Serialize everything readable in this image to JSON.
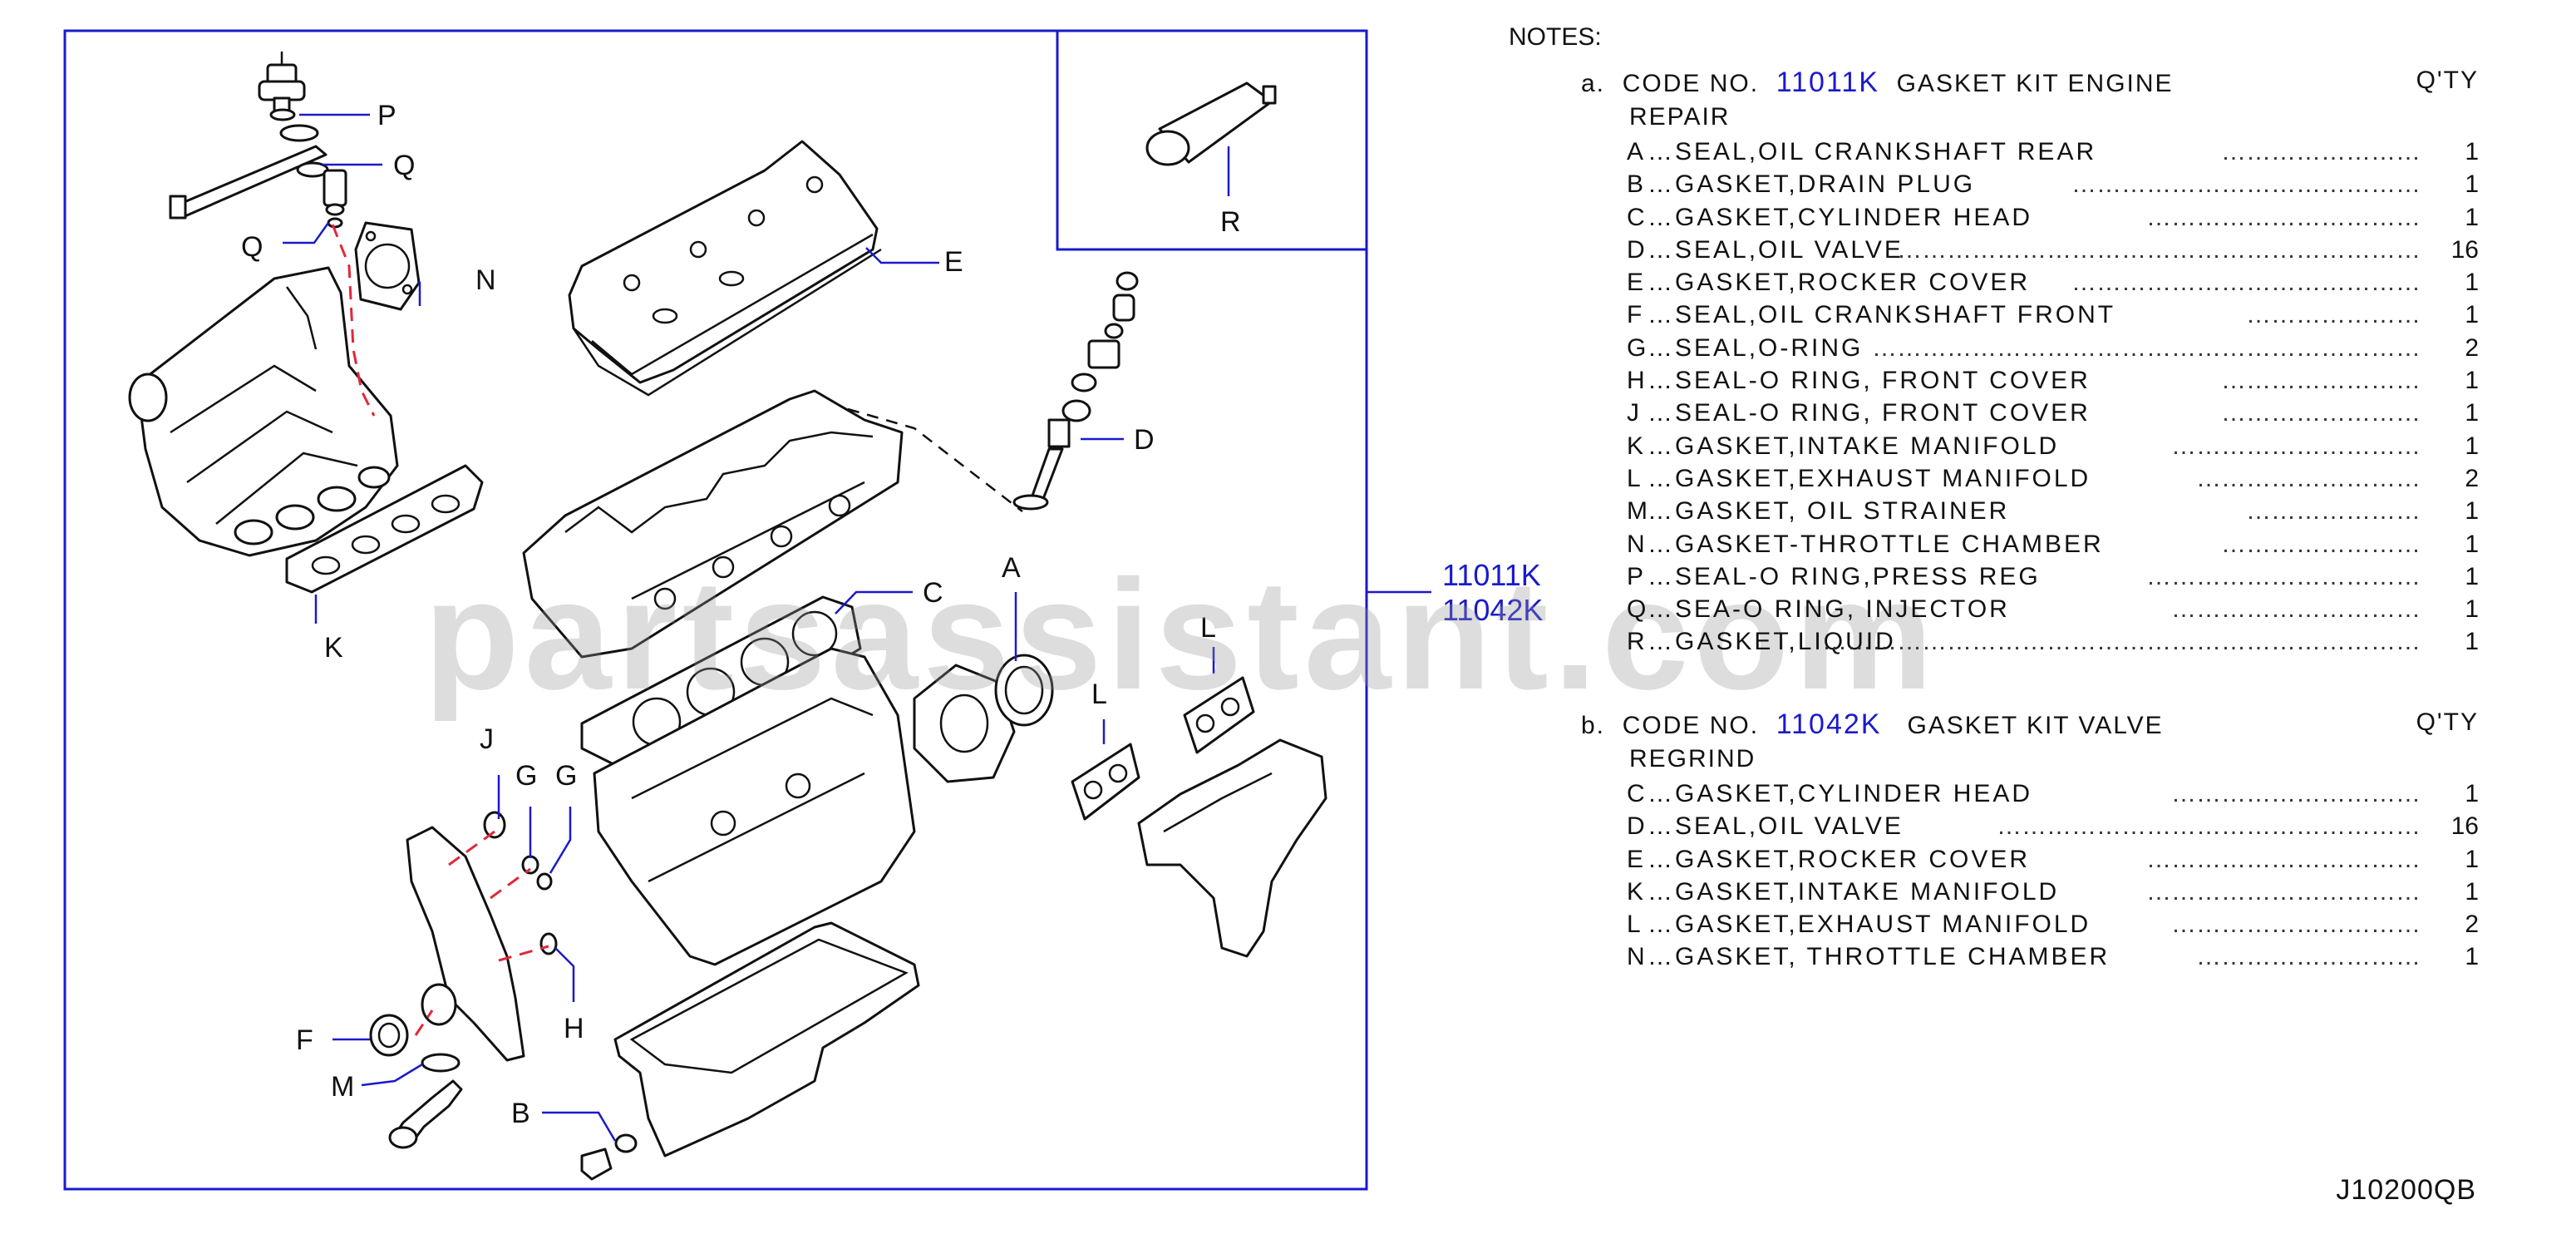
{
  "diagram": {
    "callouts": {
      "p": "P",
      "q1": "Q",
      "q2": "Q",
      "n": "N",
      "k": "K",
      "e": "E",
      "r": "R",
      "d": "D",
      "c": "C",
      "a": "A",
      "l1": "L",
      "l2": "L",
      "j": "J",
      "g1": "G",
      "g2": "G",
      "h": "H",
      "f": "F",
      "m": "M",
      "b": "B"
    },
    "kit_refs": [
      "11011K",
      "11042K"
    ]
  },
  "watermark": "partsassistant.com",
  "notes": {
    "title": "NOTES:",
    "kits": [
      {
        "letter": "a.",
        "code_label": "CODE NO.",
        "code": "11011K",
        "name": "GASKET KIT ENGINE",
        "name_cont": "REPAIR",
        "qty_header": "Q'TY",
        "items": [
          {
            "letter": "A",
            "desc": "SEAL,OIL CRANKSHAFT REAR",
            "qty": "1"
          },
          {
            "letter": "B",
            "desc": "GASKET,DRAIN PLUG",
            "qty": "1"
          },
          {
            "letter": "C",
            "desc": "GASKET,CYLINDER HEAD",
            "qty": "1"
          },
          {
            "letter": "D",
            "desc": "SEAL,OIL VALVE",
            "qty": "16"
          },
          {
            "letter": "E",
            "desc": "GASKET,ROCKER COVER",
            "qty": "1"
          },
          {
            "letter": "F",
            "desc": "SEAL,OIL CRANKSHAFT FRONT",
            "qty": "1"
          },
          {
            "letter": "G",
            "desc": "SEAL,O-RING",
            "qty": "2"
          },
          {
            "letter": "H",
            "desc": "SEAL-O RING, FRONT COVER",
            "qty": "1"
          },
          {
            "letter": "J",
            "desc": "SEAL-O RING, FRONT COVER",
            "qty": "1"
          },
          {
            "letter": "K",
            "desc": "GASKET,INTAKE MANIFOLD",
            "qty": "1"
          },
          {
            "letter": "L",
            "desc": "GASKET,EXHAUST MANIFOLD",
            "qty": "2"
          },
          {
            "letter": "M",
            "desc": "GASKET, OIL STRAINER",
            "qty": "1"
          },
          {
            "letter": "N",
            "desc": "GASKET-THROTTLE CHAMBER",
            "qty": "1"
          },
          {
            "letter": "P",
            "desc": "SEAL-O RING,PRESS REG",
            "qty": "1"
          },
          {
            "letter": "Q",
            "desc": "SEA-O RING, INJECTOR",
            "qty": "1"
          },
          {
            "letter": "R",
            "desc": "GASKET,LIQUID",
            "qty": "1"
          }
        ]
      },
      {
        "letter": "b.",
        "code_label": "CODE NO.",
        "code": "11042K",
        "name": "GASKET KIT VALVE",
        "name_cont": "REGRIND",
        "qty_header": "Q'TY",
        "items": [
          {
            "letter": "C",
            "desc": "GASKET,CYLINDER HEAD",
            "qty": "1"
          },
          {
            "letter": "D",
            "desc": "SEAL,OIL VALVE",
            "qty": "16"
          },
          {
            "letter": "E",
            "desc": "GASKET,ROCKER COVER",
            "qty": "1"
          },
          {
            "letter": "K",
            "desc": "GASKET,INTAKE MANIFOLD",
            "qty": "1"
          },
          {
            "letter": "L",
            "desc": "GASKET,EXHAUST MANIFOLD",
            "qty": "2"
          },
          {
            "letter": "N",
            "desc": "GASKET, THROTTLE CHAMBER",
            "qty": "1"
          }
        ]
      }
    ]
  },
  "footer": {
    "ref": "J10200QB"
  }
}
